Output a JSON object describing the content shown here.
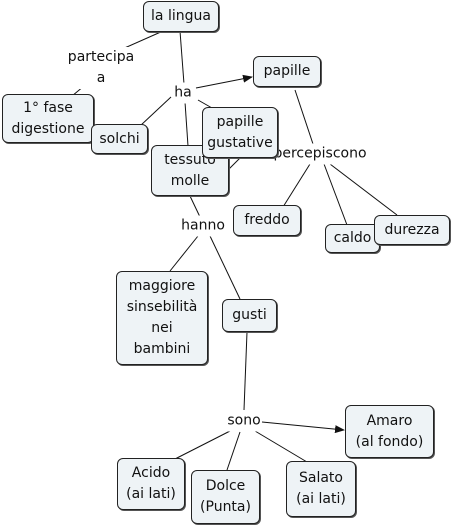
{
  "nodes": {
    "la_lingua": "la lingua",
    "papille": "papille",
    "fase_digestione": "1° fase\ndigestione",
    "solchi": "solchi",
    "papille_gustative": "papille\ngustative",
    "tessuto_molle": "tessuto\nmolle",
    "freddo": "freddo",
    "caldo": "caldo",
    "durezza": "durezza",
    "maggiore": "maggiore\nsinsebilità\nnei\nbambini",
    "gusti": "gusti",
    "amaro": "Amaro\n(al fondo)",
    "acido": "Acido\n(ai lati)",
    "dolce": "Dolce\n(Punta)",
    "salato": "Salato\n(ai lati)"
  },
  "links": {
    "partecipa": "partecipa\na",
    "ha": "ha",
    "percepiscono": "percepiscono",
    "hanno": "hanno",
    "sono": "sono"
  }
}
